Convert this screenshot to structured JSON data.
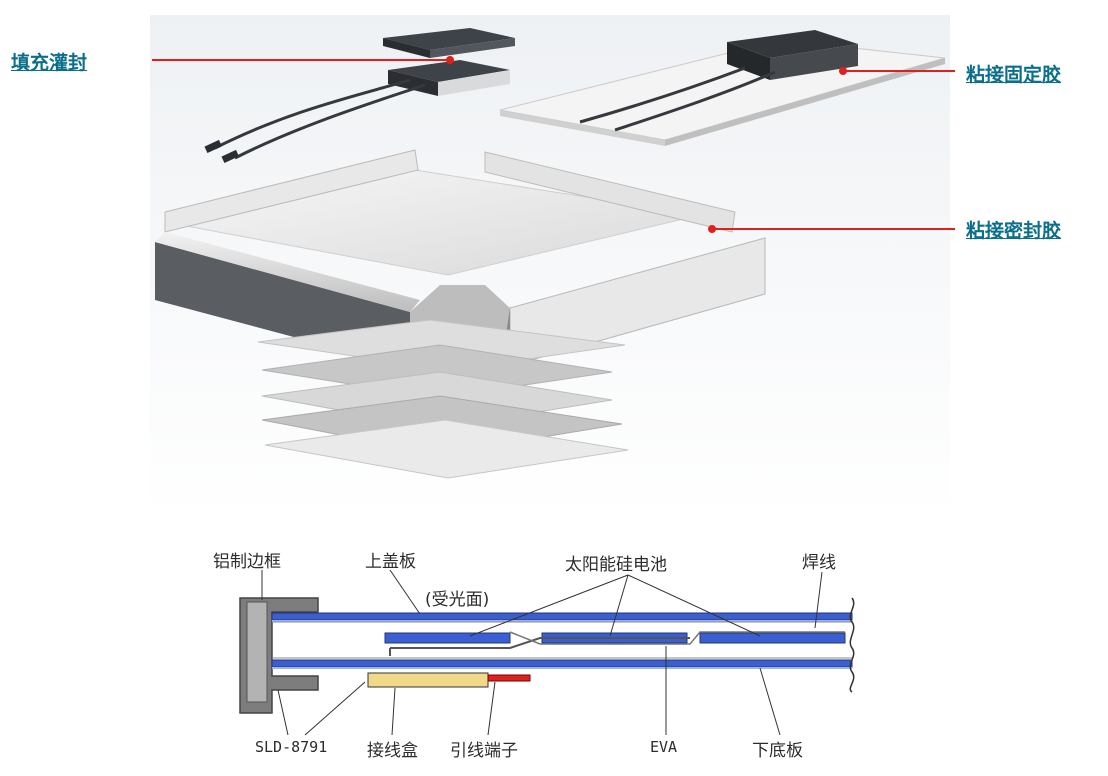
{
  "callouts": {
    "fill_potting": "填充灌封",
    "bond_fix_glue": "粘接固定胶",
    "bond_seal_glue": "粘接密封胶"
  },
  "cross_section": {
    "frame": "铝制边框",
    "top_cover": "上盖板",
    "light_side": "(受光面)",
    "solar_cells": "太阳能硅电池",
    "solder_wire": "焊线",
    "sealant_model": "SLD-8791",
    "junction_box": "接线盒",
    "lead_terminal": "引线端子",
    "eva": "EVA",
    "back_sheet": "下底板"
  },
  "colors": {
    "callout_text": "#0b6f8c",
    "leader_line": "#e0201c",
    "glass_layer": "#3a5fd0",
    "frame": "#7d7d7d",
    "junction_box": "#f1d98a"
  }
}
